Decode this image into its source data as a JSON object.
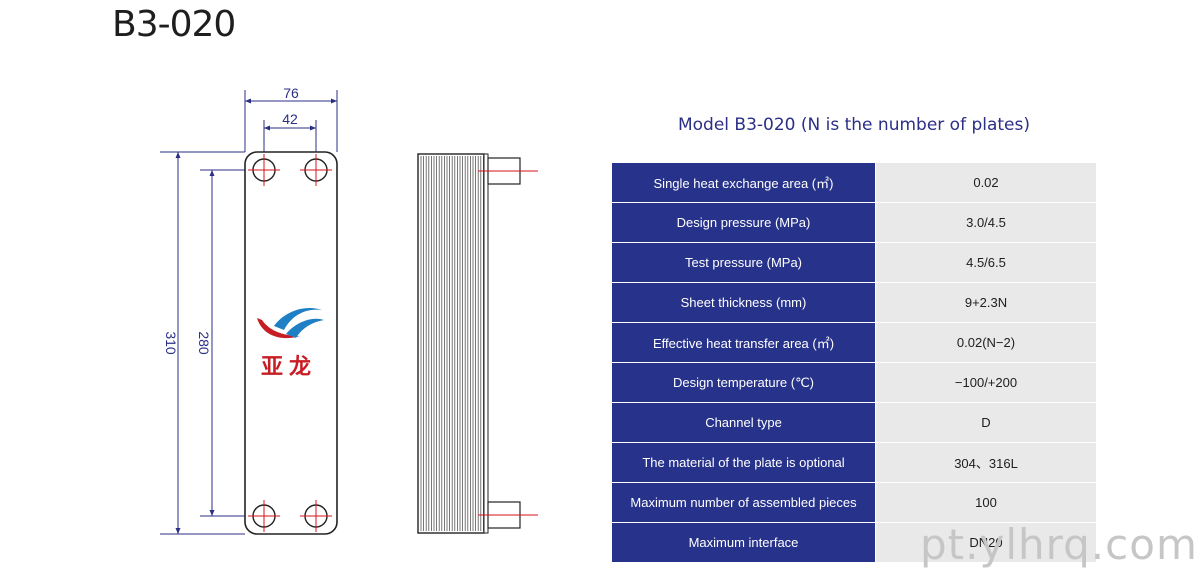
{
  "title": "B3-020",
  "caption": "Model B3-020 (N is the number of plates)",
  "dimensions": {
    "width_outer": "76",
    "width_inner": "42",
    "height_outer": "310",
    "height_inner": "280"
  },
  "logo": {
    "text": "亚龙"
  },
  "specs": [
    {
      "label": "Single heat exchange area (㎡)",
      "value": "0.02"
    },
    {
      "label": "Design pressure (MPa)",
      "value": "3.0/4.5"
    },
    {
      "label": "Test pressure (MPa)",
      "value": "4.5/6.5"
    },
    {
      "label": "Sheet thickness (mm)",
      "value": "9+2.3N"
    },
    {
      "label": "Effective heat transfer area (㎡)",
      "value": "0.02(N−2)"
    },
    {
      "label": "Design temperature (℃)",
      "value": "−100/+200"
    },
    {
      "label": "Channel type",
      "value": "D"
    },
    {
      "label": "The material of the plate is optional",
      "value": "304、316L"
    },
    {
      "label": "Maximum number of assembled pieces",
      "value": "100"
    },
    {
      "label": "Maximum interface",
      "value": "DN20"
    }
  ],
  "watermark": "pt.ylhrq.com",
  "colors": {
    "header_blue": "#27328a",
    "value_gray": "#e9e9e9",
    "line_navy": "#2b2f86",
    "center_red": "#d8131a"
  }
}
